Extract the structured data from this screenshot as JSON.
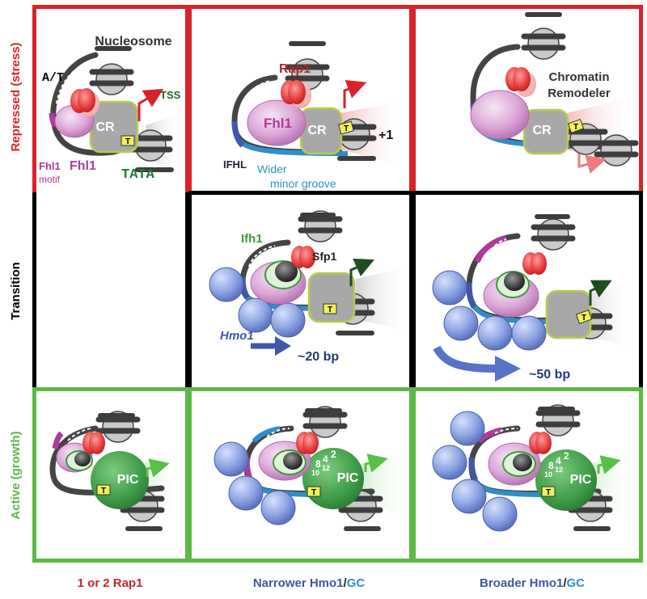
{
  "colors": {
    "repressed": "#d8232a",
    "transition": "#000000",
    "active": "#5cb946",
    "fhl1": "#b03a9a",
    "rap1": "#b12a2a",
    "ifh1": "#3c9a3c",
    "hmo1": "#3e57a8",
    "gc": "#2e8fc9",
    "tata": "#1e7a3a",
    "tss": "#1e6b2a",
    "nucleosome": "#c8c8c8",
    "dna": "#444444",
    "pic": "#3d9a48",
    "cr": "#a8a8a8",
    "hmo1_sphere": "#8aa3e0"
  },
  "rows": {
    "repressed": "Repressed (stress)",
    "transition": "Transition",
    "active": "Active (growth)"
  },
  "columns": {
    "left_label": "1 or 2 Rap1",
    "middle_label_a": "Narrower Hmo1",
    "middle_label_sep": "/",
    "middle_label_b": "GC",
    "right_label_a": "Broader Hmo1",
    "right_label_sep": "/",
    "right_label_b": "GC"
  },
  "labels": {
    "nucleosome": "Nucleosome",
    "at": "A/T",
    "tss": "TSS",
    "cr": "CR",
    "t": "T",
    "fhl1_motif_a": "Fhl1",
    "fhl1_motif_b": "motif",
    "fhl1": "Fhl1",
    "tata": "TATA",
    "rap1": "Rap1",
    "plus1": "+1",
    "ifhl": "IFHL",
    "wider_a": "Wider",
    "wider_b": "minor groove",
    "chromatin_a": "Chromatin",
    "chromatin_b": "Remodeler",
    "ifh1": "Ifh1",
    "sfp1": "Sfp1",
    "hmo1": "Hmo1",
    "bp20": "~20 bp",
    "bp50": "~50 bp",
    "pic": "PIC",
    "num8": "8",
    "num4": "4",
    "num2": "2",
    "num10": "10",
    "num12": "12"
  }
}
